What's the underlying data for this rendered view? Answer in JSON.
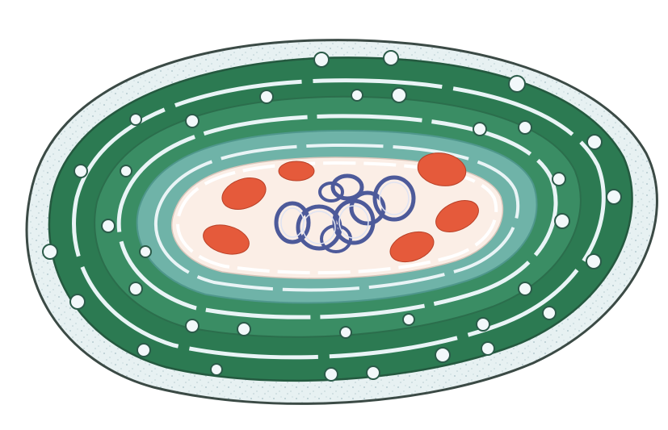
{
  "colors": {
    "background": "#ffffff",
    "outline": "#3b4a45",
    "outer_capsule": "#e7f1f2",
    "capsule_speckle": "#b7ccd0",
    "green_dark": "#2c7a52",
    "green_mid": "#3a8d64",
    "teal_light": "#6fb3a8",
    "membrane_band": "#e9f4f6",
    "vesicle_fill": "#f2f8fa",
    "inner_cytoplasm": "#fbeee6",
    "red_organelle": "#e55a3b",
    "coiled_dna": "#4d5a9a"
  },
  "parts": {
    "outer_layer": "speckled-outer-capsule",
    "green_layers": "stacked-membrane-layers",
    "vesicles": "circular-vesicles",
    "inner_region": "central-cytoplasm",
    "red_bodies": "red-oval-organelles",
    "center": "coiled-nucleoid"
  }
}
